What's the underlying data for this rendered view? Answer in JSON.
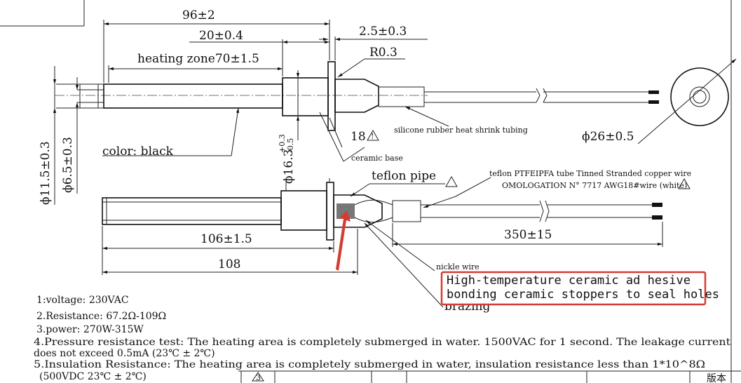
{
  "dimensions": {
    "overall_length": "96±2",
    "head_length": "20±0.4",
    "flange_thickness": "2.5±0.3",
    "radius": "R0.3",
    "heating_zone": "heating zone70±1.5",
    "dia_outer": "ϕ11.5±0.3",
    "dia_inner": "ϕ6.5±0.3",
    "dia_flange": "ϕ16.3",
    "dia_flange_tol_upper": "+0.3",
    "dia_flange_tol_lower": "-0.5",
    "length_106": "106±1.5",
    "length_108": "108",
    "wire_length": "350±15",
    "ring_dia": "ϕ26±0.5",
    "angle": "18"
  },
  "labels": {
    "color": "color: black",
    "silicone": "silicone rubber  heat shrink tubing",
    "ceramic_base": "ceramic base",
    "teflon_pipe": "teflon pipe",
    "teflon_spec_1": "teflon PTFEIPFA  tube Tinned  Stranded  copper  wire",
    "teflon_spec_2": "OMOLOGATION N° 7717  AWG18#wire (white)",
    "nickle_wire": "nickle wire",
    "brazing": "brazing",
    "warning_mark": "!"
  },
  "highlight": {
    "line1": "High-temperature ceramic ad hesive",
    "line2": "bonding ceramic stoppers to seal holes",
    "color": "#d63b32"
  },
  "notes": {
    "n1": "1:voltage: 230VAC",
    "n2": "2.Resistance: 67.2Ω-109Ω",
    "n3": "3.power: 270W-315W",
    "n4a": "4.Pressure resistance test: The heating area is completely submerged in water. 1500VAC for 1 second.  The leakage current",
    "n4b": "does not exceed 0.5mA (23℃ ± 2℃)",
    "n5a": "5.Insulation Resistance: The heating area is completely submerged in water, insulation resistance less than 1*10^8Ω",
    "n5b": "(500VDC 23℃ ± 2℃)"
  },
  "title_block": {
    "revision_mark": "3",
    "version_label": "版本"
  }
}
